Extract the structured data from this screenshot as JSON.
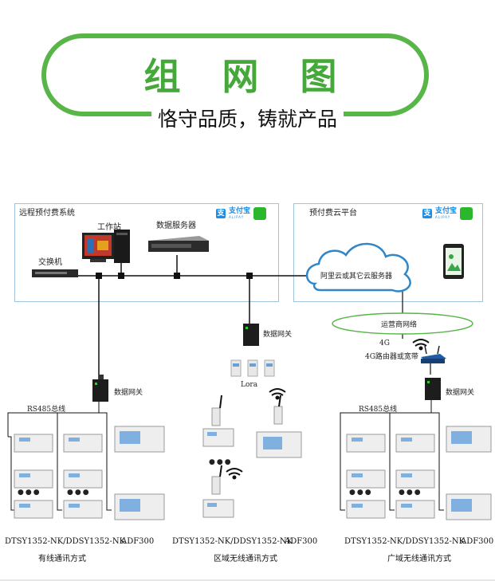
{
  "title": "组 网 图",
  "subtitle": "恪守品质，铸就产品",
  "left_panel": {
    "title": "远程预付费系统",
    "workstation": "工作站",
    "db_server": "数据服务器",
    "switch": "交换机"
  },
  "right_panel": {
    "title": "预付费云平台",
    "cloud": "阿里云或其它云服务器"
  },
  "payment": {
    "alipay": "支付宝",
    "alipay_en": "ALIPAY"
  },
  "operator_network": "运营商网络",
  "gateway": "数据网关",
  "lora": "Lora",
  "router_4g": "4G",
  "router_4g_desc": "4G路由器或宽带",
  "rs485": "RS485总线",
  "dots": "●●●",
  "meter_models": "DTSY1352-NK/DDSY1352-NK",
  "adf300": "ADF300",
  "modes": {
    "wired": "有线通讯方式",
    "local_wireless": "区域无线通讯方式",
    "wan_wireless": "广域无线通讯方式"
  },
  "colors": {
    "green": "#58b548",
    "panel_border": "#9fc4de",
    "cloud_border": "#2f86c8",
    "line": "#111111"
  }
}
